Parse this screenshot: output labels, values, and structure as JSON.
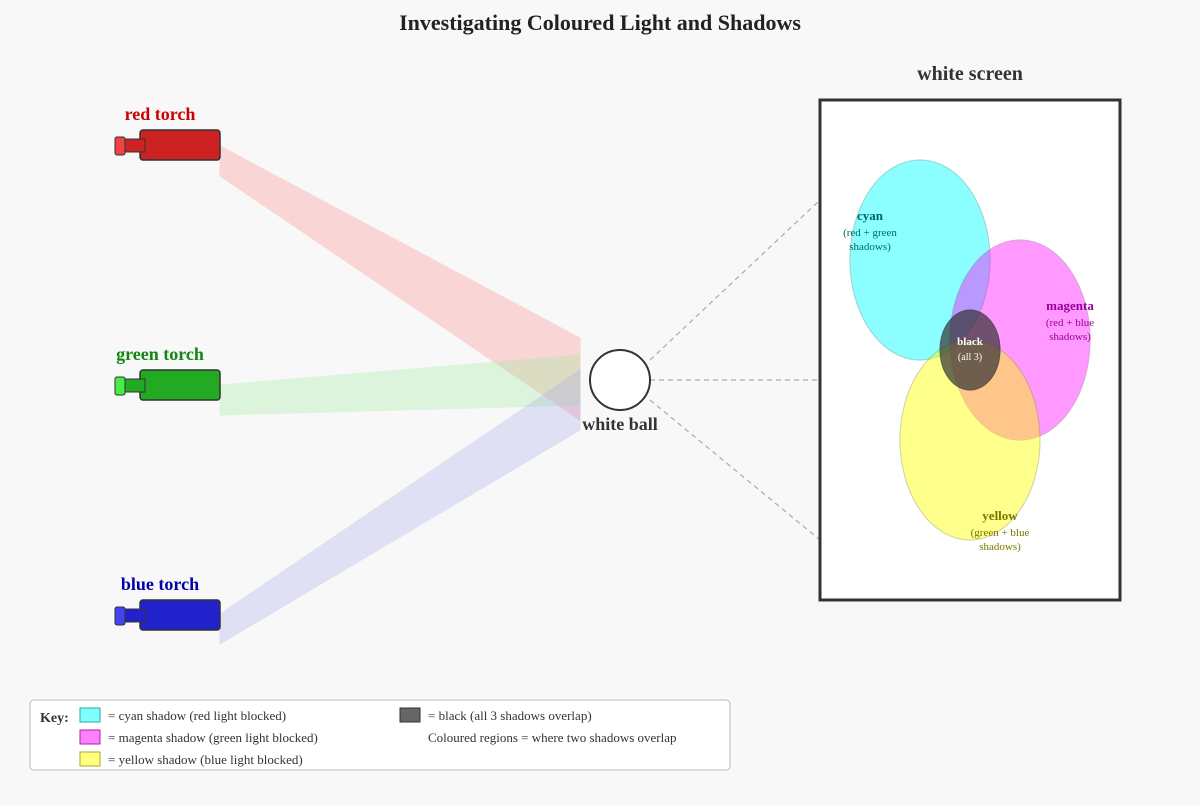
{
  "title": "Investigating Coloured Light and Shadows",
  "torches": [
    {
      "label": "red torch",
      "label_color": "#cc0000",
      "body_color": "#cc2222",
      "cap_color": "#ee4444",
      "beam_color": "#ff8888"
    },
    {
      "label": "green torch",
      "label_color": "#118811",
      "body_color": "#22aa22",
      "cap_color": "#44ee44",
      "beam_color": "#99ee99"
    },
    {
      "label": "blue torch",
      "label_color": "#0000aa",
      "body_color": "#2222cc",
      "cap_color": "#4444ee",
      "beam_color": "#aaaaee"
    }
  ],
  "ball": {
    "label": "white ball"
  },
  "screen": {
    "title": "white screen",
    "regions": {
      "cyan": {
        "name": "cyan",
        "desc1": "(red + green",
        "desc2": "shadows)",
        "fill": "#00ffff",
        "stroke": "#22aaaa",
        "text_color": "#006666"
      },
      "magenta": {
        "name": "magenta",
        "desc1": "(red + blue",
        "desc2": "shadows)",
        "fill": "#ff00ff",
        "stroke": "#aa22aa",
        "text_color": "#990099"
      },
      "yellow": {
        "name": "yellow",
        "desc1": "(green + blue",
        "desc2": "shadows)",
        "fill": "#ffff00",
        "stroke": "#aaaa22",
        "text_color": "#777700"
      },
      "black": {
        "name": "black",
        "desc1": "(all 3)",
        "fill": "#333333",
        "stroke": "#222222",
        "text_color": "#ffffff"
      }
    }
  },
  "key": {
    "title": "Key:",
    "items": [
      {
        "text": "= cyan shadow (red light blocked)",
        "swatch": "#80ffff",
        "swatch_stroke": "#22aaaa"
      },
      {
        "text": "= magenta shadow (green light blocked)",
        "swatch": "#ff80ff",
        "swatch_stroke": "#aa22aa"
      },
      {
        "text": "= yellow shadow (blue light blocked)",
        "swatch": "#ffff80",
        "swatch_stroke": "#aaaa22"
      },
      {
        "text": "= black (all 3 shadows overlap)",
        "swatch": "#666666",
        "swatch_stroke": "#333333"
      }
    ],
    "note": "Coloured regions = where two shadows overlap"
  }
}
